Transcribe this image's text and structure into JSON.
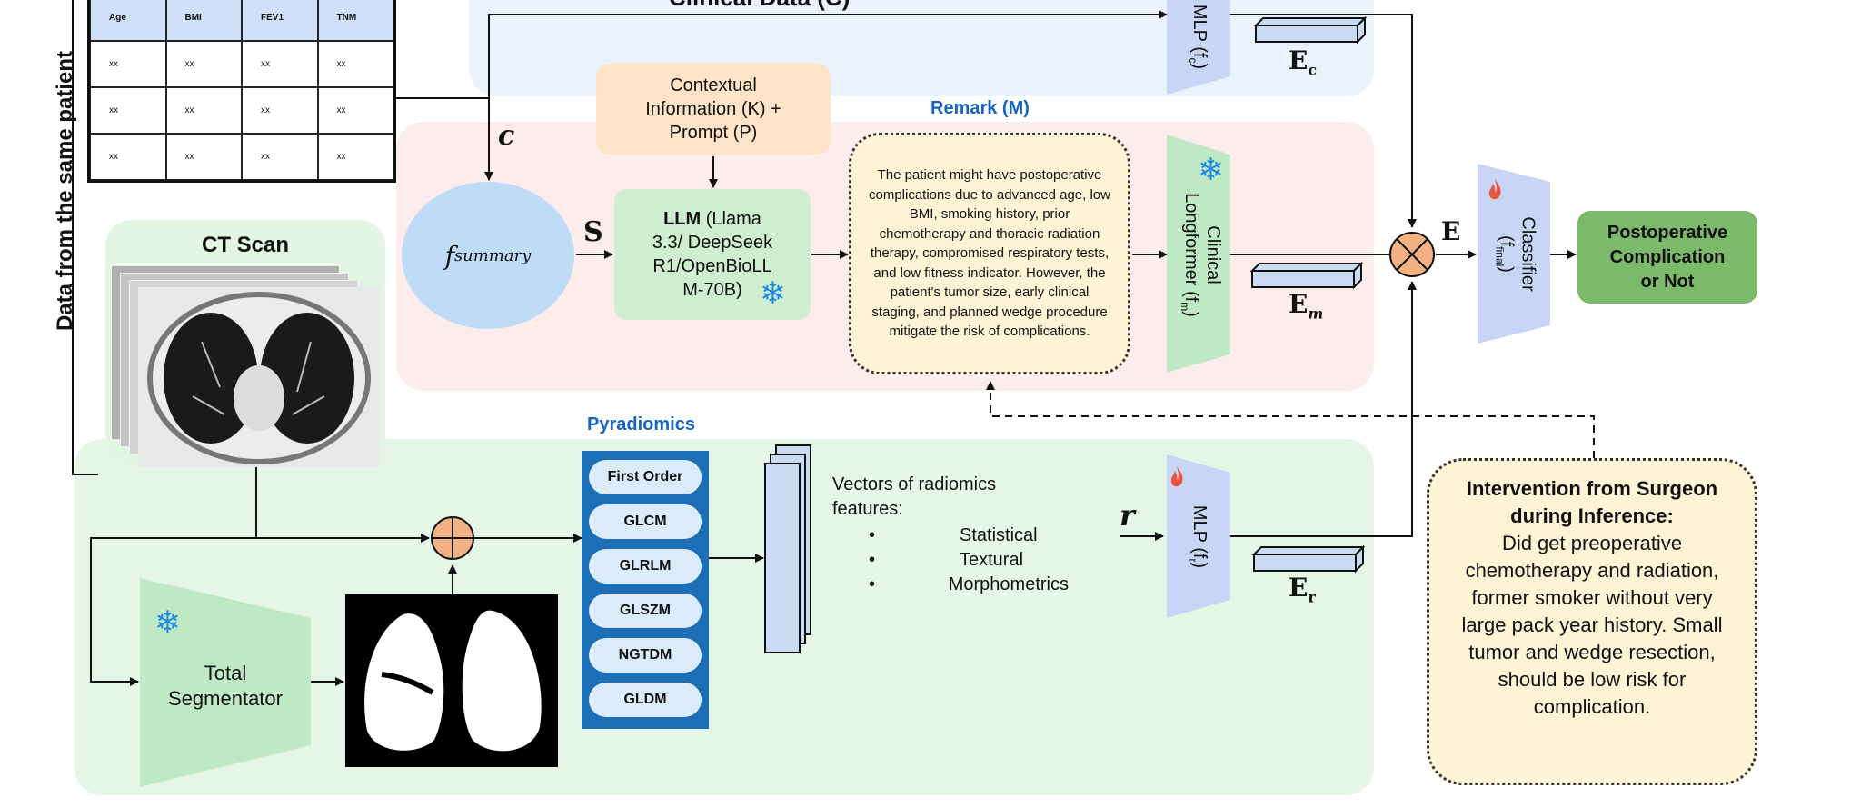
{
  "clinical_table": {
    "headers": [
      "Age",
      "BMI",
      "FEV1",
      "TNM"
    ],
    "rows": [
      [
        "xx",
        "xx",
        "xx",
        "xx"
      ],
      [
        "xx",
        "xx",
        "xx",
        "xx"
      ],
      [
        "xx",
        "xx",
        "xx",
        "xx"
      ]
    ]
  },
  "side_label": "Data from the same patient",
  "clinical_data_title": "Clinical Data (C)",
  "context_box": {
    "line1": "Contextual",
    "line2": "Information (K) +",
    "line3": "Prompt (P)"
  },
  "c_label": "c",
  "f_summary": "f",
  "f_summary_sub": "summary",
  "s_label": "S",
  "llm_box": {
    "bold": "LLM",
    "rest1": " (Llama",
    "rest2": "3.3/ DeepSeek",
    "rest3": "R1/OpenBioLL",
    "rest4": "M-70B)"
  },
  "remark_title": "Remark (M)",
  "remark_text": "The patient might have postoperative complications due to advanced age, low BMI, smoking history, prior chemotherapy and thoracic radiation therapy, compromised respiratory tests, and low fitness indicator. However, the patient's tumor size, early clinical staging, and planned wedge procedure mitigate the risk of complications.",
  "clinical_longformer": {
    "line1": "Clinical",
    "line2": "Longformer (f",
    "sub": "m",
    "close": ")"
  },
  "mlp_c": {
    "text": "MLP (f",
    "sub": "c",
    "close": ")"
  },
  "mlp_r": {
    "text": "MLP (f",
    "sub": "r",
    "close": ")"
  },
  "ec_label": "E",
  "ec_sub": "c",
  "em_label": "E",
  "em_sub": "m",
  "er_label": "E",
  "er_sub": "r",
  "e_label": "E",
  "classifier": {
    "line1": "Classifier",
    "line2": "(f",
    "sub": "final",
    "close": ")"
  },
  "output_box": {
    "line1": "Postoperative",
    "line2": "Complication",
    "line3": "or Not"
  },
  "ct_title": "CT Scan",
  "pyradiomics_title": "Pyradiomics",
  "pyradiomics_items": [
    "First Order",
    "GLCM",
    "GLRLM",
    "GLSZM",
    "NGTDM",
    "GLDM"
  ],
  "vectors_title": "Vectors of radiomics features:",
  "vector_items": [
    "Statistical",
    "Textural",
    "Morphometrics"
  ],
  "r_label": "r",
  "total_segmentator": {
    "line1": "Total",
    "line2": "Segmentator"
  },
  "intervention": {
    "title": "Intervention from Surgeon during Inference:",
    "text": "Did get preoperative chemotherapy and radiation, former smoker without very large pack year history. Small tumor and wedge resection, should be low risk for complication."
  },
  "colors": {
    "blue_panel": "#eaf2fd",
    "pink_panel": "#fcecec",
    "green_panel": "#e6f6e6",
    "context": "#fde3c8",
    "llm": "#cfeecf",
    "remark": "#fff3d6",
    "mlp": "#c9d5f5",
    "longformer": "#bfe9c5",
    "output": "#7cb96b",
    "accent_blue": "#1565c0",
    "pyr_blue": "#1c6fb4"
  }
}
